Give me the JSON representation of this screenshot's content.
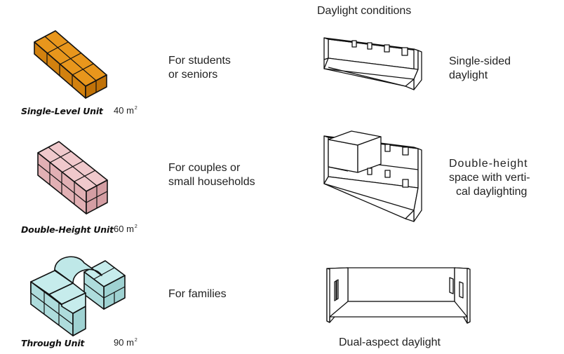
{
  "header": {
    "daylight_title": "Daylight conditions"
  },
  "units": [
    {
      "name": "Single-Level Unit",
      "area_value": "40 m",
      "area_sup": "2",
      "usage_line1": "For students",
      "usage_line2": "or seniors",
      "daylight_line1": "Single-sided",
      "daylight_line2": "daylight",
      "daylight_line3": "",
      "color": "#e8961c"
    },
    {
      "name": "Double-Height Unit",
      "area_value": "60 m",
      "area_sup": "2",
      "usage_line1": "For couples or",
      "usage_line2": "small households",
      "daylight_line1": "Double-height",
      "daylight_line2": "space with verti-",
      "daylight_line3": "cal daylighting",
      "color": "#e8b8bc"
    },
    {
      "name": "Through Unit",
      "area_value": "90 m",
      "area_sup": "2",
      "usage_line1": "For families",
      "usage_line2": "",
      "daylight_line1": "Dual-aspect daylight",
      "daylight_line2": "",
      "daylight_line3": "",
      "color": "#b5e3e3"
    }
  ]
}
